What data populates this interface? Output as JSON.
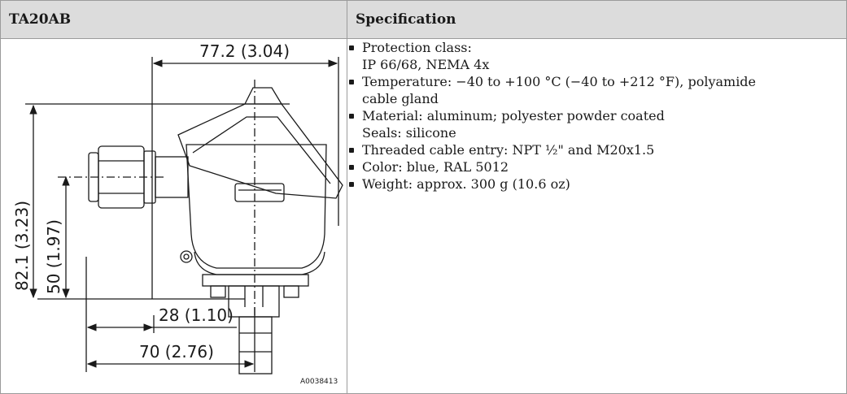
{
  "table": {
    "header_model": "TA20AB",
    "header_spec": "Specification"
  },
  "drawing": {
    "dim_width_top": "77.2 (3.04)",
    "dim_height_total": "82.1 (3.23)",
    "dim_height_entry": "50 (1.97)",
    "dim_offset": "28 (1.10)",
    "dim_width_bottom": "70 (2.76)",
    "reference_code": "A0038413"
  },
  "specs": [
    {
      "line1": "Protection class:",
      "line2": "IP 66/68, NEMA 4x"
    },
    {
      "line1": "Temperature: −40 to +100 °C (−40 to +212 °F), polyamide",
      "line2": "cable gland"
    },
    {
      "line1": "Material: aluminum; polyester powder coated",
      "line2": "Seals: silicone"
    },
    {
      "line1": "Threaded cable entry: NPT ½\" and M20x1.5",
      "line2": ""
    },
    {
      "line1": "Color: blue, RAL 5012",
      "line2": ""
    },
    {
      "line1": "Weight: approx. 300 g (10.6 oz)",
      "line2": ""
    }
  ]
}
